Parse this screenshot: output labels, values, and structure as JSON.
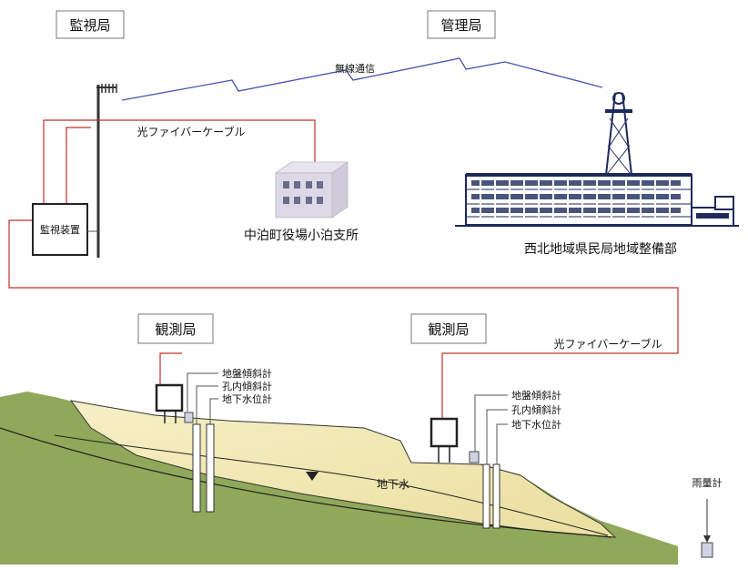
{
  "stations": {
    "monitor": "監視局",
    "management": "管理局",
    "observation_left": "観測局",
    "observation_right": "観測局"
  },
  "labels": {
    "wireless": "無線通信",
    "fiber_top": "光ファイバーケーブル",
    "fiber_bottom": "光ファイバーケーブル",
    "monitor_device": "監視装置",
    "town_office": "中泊町役場小泊支所",
    "regional_bureau": "西北地域県民局地域整備部",
    "groundwater": "地下水",
    "rain_gauge": "雨量計"
  },
  "instruments_left": [
    "地盤傾斜計",
    "孔内傾斜計",
    "地下水位計"
  ],
  "instruments_right": [
    "地盤傾斜計",
    "孔内傾斜計",
    "地下水位計"
  ],
  "colors": {
    "fiber": "#c0302a",
    "wireless": "#4a4fb0",
    "ground_green": "#8fa85a",
    "soil_yellow": "#f3e9b6",
    "building_blue": "#1d2a5a"
  }
}
